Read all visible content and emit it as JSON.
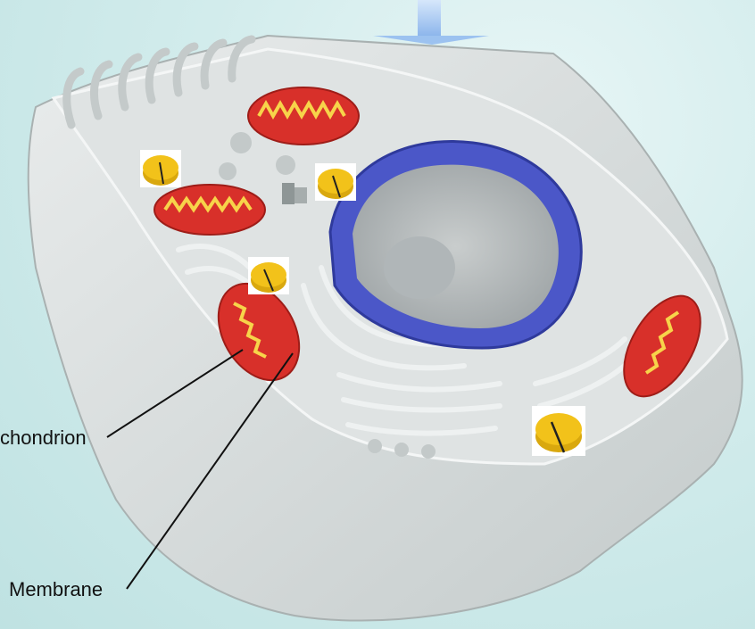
{
  "labels": {
    "mitochondrion": "chondrion",
    "membrane": "Membrane"
  },
  "colors": {
    "background": "#cfeaea",
    "cell_body": "#d8dcdc",
    "nucleus_envelope": "#4b57c8",
    "mitochondrion": "#d8302a",
    "marker": "#f2c21a",
    "arrow": "#9cc2f0"
  },
  "markers": [
    "marker",
    "marker",
    "marker",
    "marker"
  ]
}
